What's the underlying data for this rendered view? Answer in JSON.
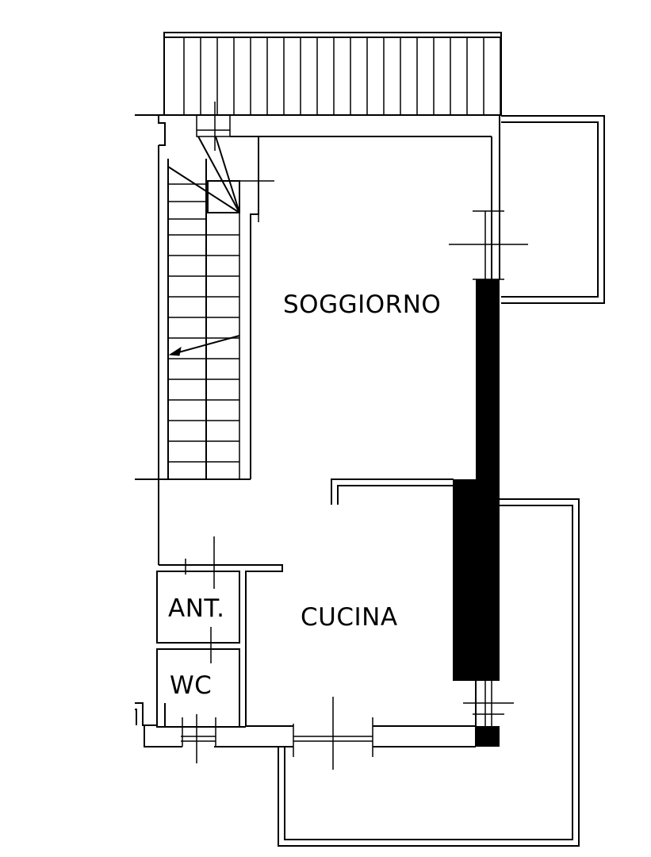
{
  "rooms": {
    "soggiorno": "SOGGIORNO",
    "cucina": "CUCINA",
    "ant": "ANT.",
    "wc": "WC"
  },
  "colors": {
    "line": "#000000",
    "background": "#ffffff"
  },
  "stair": {
    "direction_arrow": "down-left"
  }
}
